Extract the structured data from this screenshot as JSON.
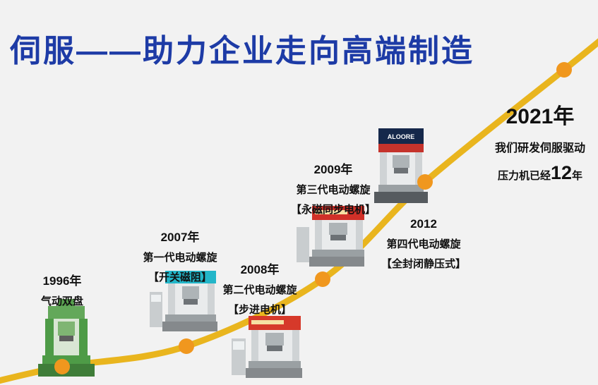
{
  "title": "伺服——助力企业走向高端制造",
  "colors": {
    "title_blue": "#1d3ba6",
    "curve_gold": "#e9b51e",
    "dot_orange": "#f0971e",
    "background": "#f2f2f2",
    "text_dark": "#111111"
  },
  "milestones": [
    {
      "year": "1996年",
      "line1": "气动双盘"
    },
    {
      "year": "2007年",
      "line1": "第一代电动螺旋",
      "line2": "【开关磁阻】"
    },
    {
      "year": "2008年",
      "line1": "第二代电动螺旋",
      "line2": "【步进电机】"
    },
    {
      "year": "2009年",
      "line1": "第三代电动螺旋",
      "line2": "【永磁同步电机】"
    },
    {
      "year": "2012",
      "line1": "第四代电动螺旋",
      "line2": "【全封闭静压式】"
    }
  ],
  "highlight": {
    "year": "2021年",
    "line1": "我们研发伺服驱动",
    "line2_prefix": "压力机已经",
    "line2_number": "12",
    "line2_suffix": "年"
  },
  "machines": {
    "logo_2012": "ALOORE"
  }
}
